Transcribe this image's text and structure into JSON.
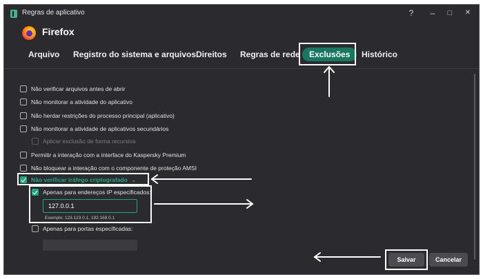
{
  "window": {
    "title": "Regras de aplicativo",
    "controls": {
      "help": "?",
      "minimize": "–",
      "maximize": "□",
      "close": "✕"
    }
  },
  "app": {
    "name": "Firefox",
    "icon": "firefox-icon"
  },
  "tabs": [
    {
      "label": "Arquivo",
      "active": false
    },
    {
      "label": "Registro do sistema e arquivos",
      "active": false
    },
    {
      "label": "Direitos",
      "active": false
    },
    {
      "label": "Regras de rede",
      "active": false
    },
    {
      "label": "Exclusões",
      "active": true
    },
    {
      "label": "Histórico",
      "active": false
    }
  ],
  "options": [
    {
      "label": "Não verificar arquivos antes de abrir",
      "checked": false
    },
    {
      "label": "Não monitorar a atividade do aplicativo",
      "checked": false
    },
    {
      "label": "Não herdar restrições do processo principal (aplicativo)",
      "checked": false
    },
    {
      "label": "Não monitorar a atividade de aplicativos secundários",
      "checked": false
    },
    {
      "label": "Aplicar exclusão de forma recursiva",
      "checked": false,
      "disabled": true
    },
    {
      "label": "Permitir a interação com a interface do Kaspersky Premium",
      "checked": false
    },
    {
      "label": "Não bloquear a interação com o componente de proteção AMSI",
      "checked": false
    },
    {
      "label": "Não verificar tráfego criptografado",
      "checked": true,
      "expanded": true
    }
  ],
  "encrypted_traffic": {
    "ip_option": {
      "label": "Apenas para endereços IP especificados:",
      "checked": true
    },
    "ip_value": "127.0.0.1",
    "ip_example": "Exemplo: 123.123.0.1, 192.168.0.1",
    "port_option": {
      "label": "Apenas para portas especificadas:",
      "checked": false
    },
    "port_value": ""
  },
  "buttons": {
    "save": "Salvar",
    "cancel": "Cancelar"
  },
  "colors": {
    "accent": "#1fa981",
    "active_tab": "#15785f",
    "background": "#2b2b2f"
  }
}
